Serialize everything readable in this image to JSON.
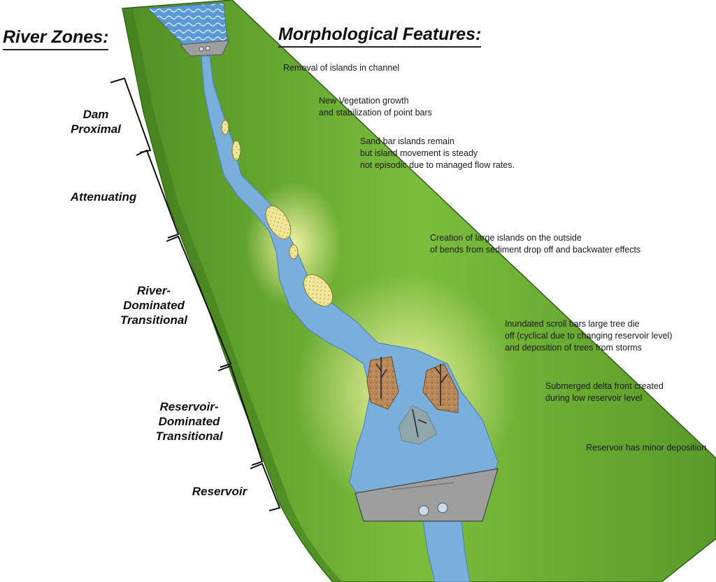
{
  "headings": {
    "river_zones": "River Zones:",
    "morphological_features": "Morphological Features:"
  },
  "zones": [
    {
      "lines": [
        "Dam",
        "Proximal"
      ]
    },
    {
      "lines": [
        "Attenuating"
      ]
    },
    {
      "lines": [
        "River-",
        "Dominated",
        "Transitional"
      ]
    },
    {
      "lines": [
        "Reservoir-",
        "Dominated",
        "Transitional"
      ]
    },
    {
      "lines": [
        "Reservoir"
      ]
    }
  ],
  "features": [
    {
      "lines": [
        "Removal of islands in channel"
      ]
    },
    {
      "lines": [
        "New Vegetation growth",
        "and stabilization of point bars"
      ]
    },
    {
      "lines": [
        "Sand bar islands remain",
        "but  island movement is steady",
        "not episodic due to managed flow rates."
      ]
    },
    {
      "lines": [
        "Creation of large islands on the outside",
        "of bends from sediment drop off and backwater effects"
      ]
    },
    {
      "lines": [
        "Inundated  scroll bars large tree die",
        "off (cyclical due to changing reservoir level)",
        "and deposition of trees from storms"
      ]
    },
    {
      "lines": [
        "Submerged delta front created",
        "during low reservoir level"
      ]
    },
    {
      "lines": [
        "Reservoir has minor deposition"
      ]
    }
  ],
  "colors": {
    "land": "#6aa832",
    "land_dark": "#3f7a1e",
    "water": "#7aaedb",
    "water_edge": "#4f86b8",
    "sand": "#f0e79a",
    "dam": "#9e9e9e",
    "scroll_bar": "#b8885a"
  }
}
